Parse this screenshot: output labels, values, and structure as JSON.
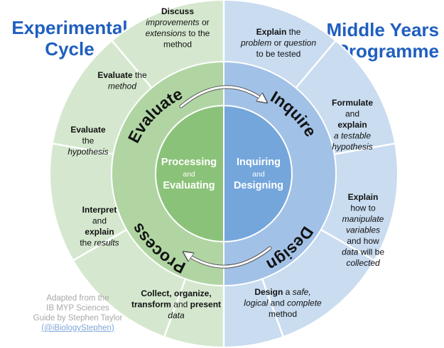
{
  "title_left": [
    "Experimental",
    "Cycle"
  ],
  "title_right": [
    "Middle Years",
    "Programme"
  ],
  "credit": {
    "lines": [
      "Adapted from the",
      "IB MYP Sciences",
      "Guide by Stephen Taylor"
    ],
    "handle": "(@iBiologyStephen)"
  },
  "center": {
    "left": {
      "main_1": "Processing",
      "connector": "and",
      "main_2": "Evaluating"
    },
    "right": {
      "main_1": "Inquiring",
      "connector": "and",
      "main_2": "Designing"
    }
  },
  "ring_labels": [
    "Evaluate",
    "Inquire",
    "Design",
    "Process"
  ],
  "outer_segments": [
    {
      "id": "discuss",
      "lines": [
        [
          {
            "t": "Discuss",
            "s": "b"
          }
        ],
        [
          {
            "t": "improvements",
            "s": "i"
          },
          {
            "t": " or",
            "s": "n"
          }
        ],
        [
          {
            "t": "extensions",
            "s": "i"
          },
          {
            "t": " to the",
            "s": "n"
          }
        ],
        [
          {
            "t": "method",
            "s": "n"
          }
        ]
      ]
    },
    {
      "id": "explain-problem",
      "lines": [
        [
          {
            "t": "Explain",
            "s": "b"
          },
          {
            "t": " the",
            "s": "n"
          }
        ],
        [
          {
            "t": "problem",
            "s": "i"
          },
          {
            "t": " or ",
            "s": "n"
          },
          {
            "t": "question",
            "s": "i"
          }
        ],
        [
          {
            "t": "to be tested",
            "s": "n"
          }
        ]
      ]
    },
    {
      "id": "formulate",
      "lines": [
        [
          {
            "t": "Formulate",
            "s": "b"
          }
        ],
        [
          {
            "t": "and",
            "s": "n"
          }
        ],
        [
          {
            "t": "explain",
            "s": "b"
          }
        ],
        [
          {
            "t": "a testable",
            "s": "i"
          }
        ],
        [
          {
            "t": "hypothesis",
            "s": "i"
          }
        ]
      ]
    },
    {
      "id": "explain-manipulate",
      "lines": [
        [
          {
            "t": "Explain",
            "s": "b"
          }
        ],
        [
          {
            "t": "how to",
            "s": "n"
          }
        ],
        [
          {
            "t": "manipulate",
            "s": "i"
          }
        ],
        [
          {
            "t": "variables",
            "s": "i"
          }
        ],
        [
          {
            "t": "and how",
            "s": "n"
          }
        ],
        [
          {
            "t": "data",
            "s": "i"
          },
          {
            "t": " will be",
            "s": "n"
          }
        ],
        [
          {
            "t": "collected",
            "s": "i"
          }
        ]
      ]
    },
    {
      "id": "design-method",
      "lines": [
        [
          {
            "t": "Design",
            "s": "b"
          },
          {
            "t": " a ",
            "s": "n"
          },
          {
            "t": "safe,",
            "s": "i"
          }
        ],
        [
          {
            "t": "logical",
            "s": "i"
          },
          {
            "t": " and ",
            "s": "n"
          },
          {
            "t": "complete",
            "s": "i"
          }
        ],
        [
          {
            "t": "method",
            "s": "n"
          }
        ]
      ]
    },
    {
      "id": "collect",
      "lines": [
        [
          {
            "t": "Collect, organize,",
            "s": "b"
          }
        ],
        [
          {
            "t": "transform",
            "s": "b"
          },
          {
            "t": " and ",
            "s": "n"
          },
          {
            "t": "present",
            "s": "b"
          }
        ],
        [
          {
            "t": "data",
            "s": "i"
          }
        ]
      ]
    },
    {
      "id": "interpret",
      "lines": [
        [
          {
            "t": "Interpret",
            "s": "b"
          }
        ],
        [
          {
            "t": "and",
            "s": "n"
          }
        ],
        [
          {
            "t": "explain",
            "s": "b"
          }
        ],
        [
          {
            "t": "the ",
            "s": "n"
          },
          {
            "t": "results",
            "s": "i"
          }
        ]
      ]
    },
    {
      "id": "evaluate-hypothesis",
      "lines": [
        [
          {
            "t": "Evaluate",
            "s": "b"
          }
        ],
        [
          {
            "t": "the",
            "s": "n"
          }
        ],
        [
          {
            "t": "hypothesis",
            "s": "i"
          }
        ]
      ]
    },
    {
      "id": "evaluate-method",
      "lines": [
        [
          {
            "t": "Evaluate",
            "s": "b"
          },
          {
            "t": " the",
            "s": "n"
          }
        ],
        [
          {
            "t": "method",
            "s": "i"
          }
        ]
      ]
    }
  ],
  "colors": {
    "green_outer": "#d5e8cf",
    "green_middle": "#b0d5a3",
    "green_inner": "#8bc279",
    "blue_outer": "#c9dcf0",
    "blue_middle": "#a2c1e6",
    "blue_inner": "#74a6db",
    "title": "#1f5fbf"
  }
}
